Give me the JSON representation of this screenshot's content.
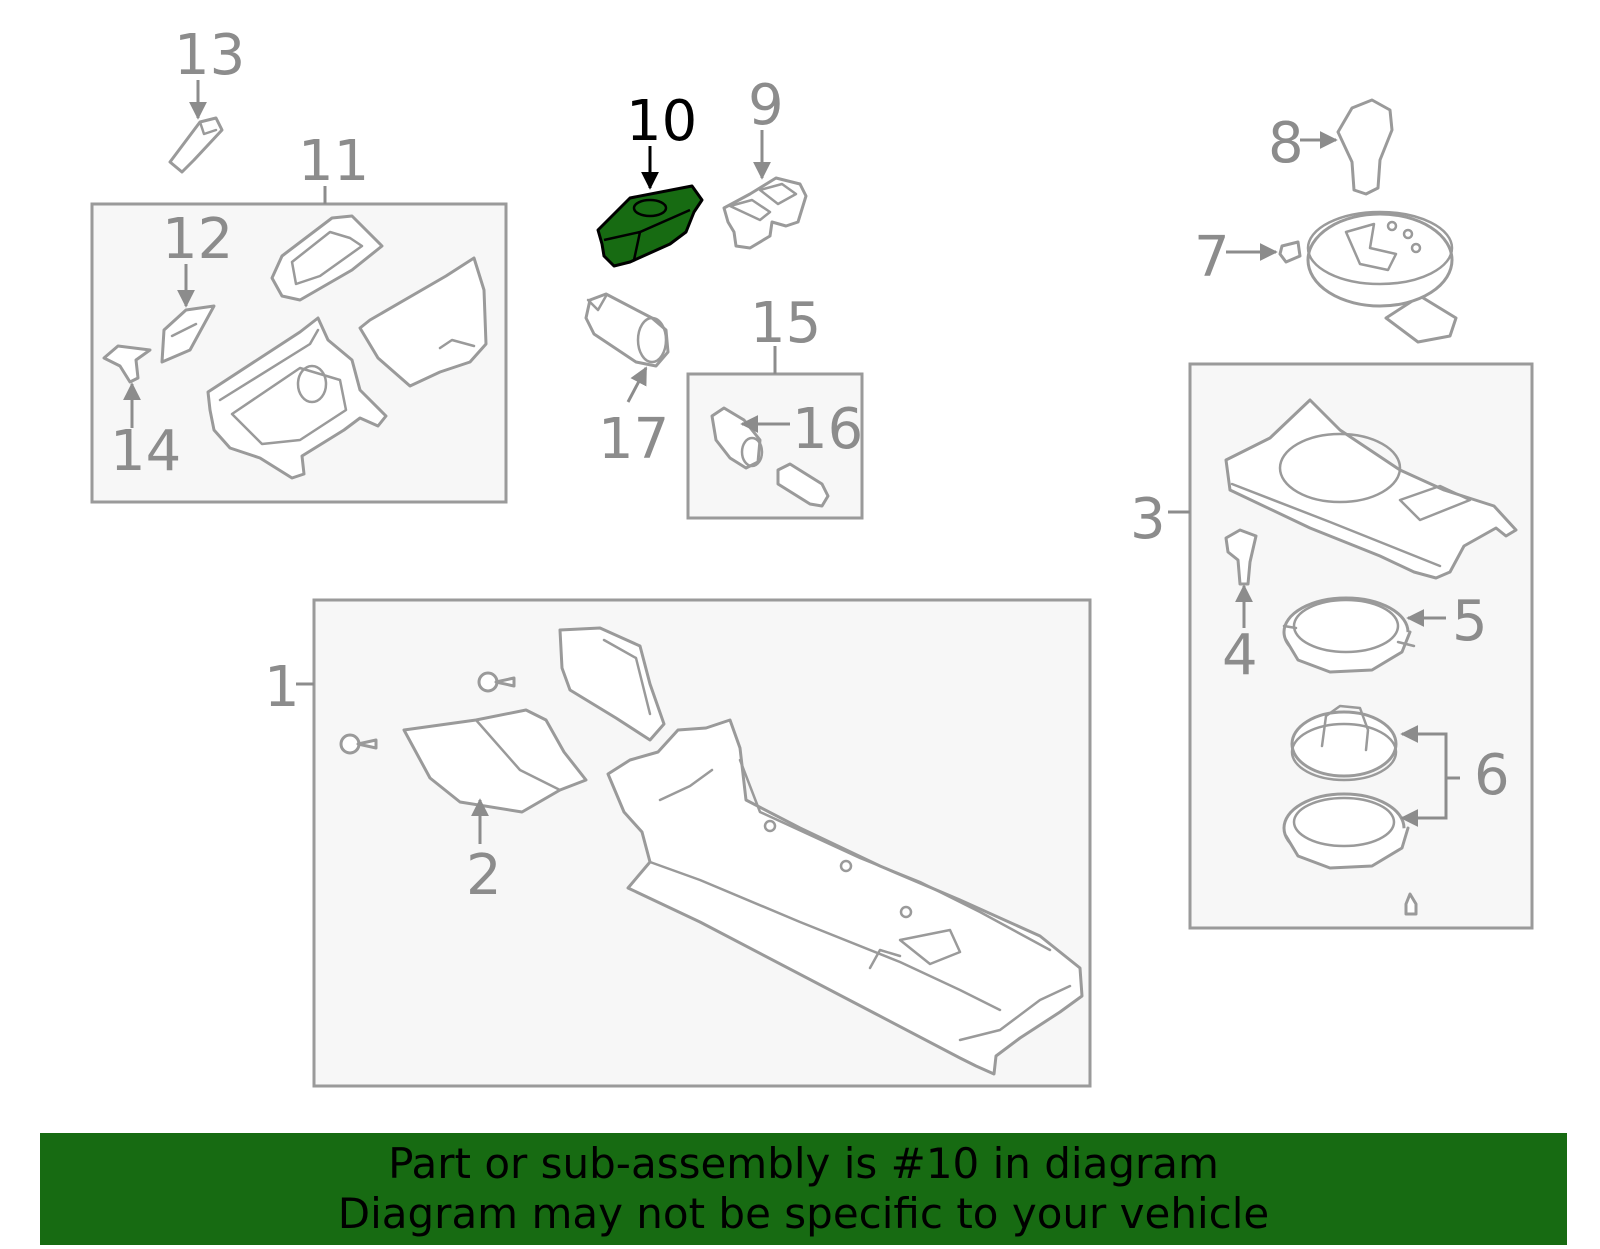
{
  "diagram": {
    "highlight_color": "#176b12",
    "callouts": {
      "c1": "1",
      "c2": "2",
      "c3": "3",
      "c4": "4",
      "c5": "5",
      "c6": "6",
      "c7": "7",
      "c8": "8",
      "c9": "9",
      "c10": "10",
      "c11": "11",
      "c12": "12",
      "c13": "13",
      "c14": "14",
      "c15": "15",
      "c16": "16",
      "c17": "17"
    },
    "highlighted_part": "10"
  },
  "banner": {
    "line1": "Part or sub-assembly is #10 in diagram",
    "line2": "Diagram may not be specific to your vehicle",
    "background": "#176b12"
  }
}
